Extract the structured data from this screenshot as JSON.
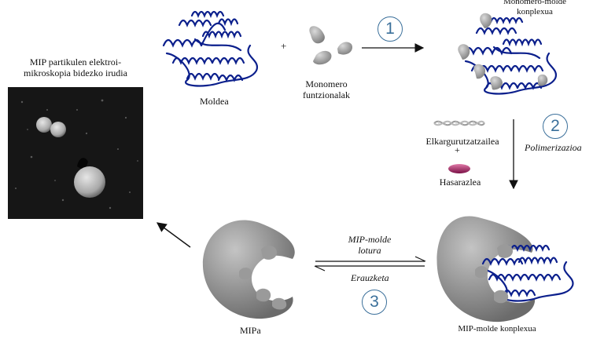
{
  "labels": {
    "template": "Moldea",
    "plus_top": "+",
    "monomers_line1": "Monomero",
    "monomers_line2": "funtzionalak",
    "complex_line1": "Monomero-molde",
    "complex_line2": "konplexua",
    "sem_line1": "MIP partikulen elektroi-",
    "sem_line2": "mikroskopia bidezko irudia",
    "crosslinker": "Elkargurutzatzailea",
    "plus_mid": "+",
    "initiator": "Hasarazlea",
    "polymerization": "Polimerizazioa",
    "binding_line1": "MIP-molde",
    "binding_line2": "lotura",
    "extraction": "Erauzketa",
    "mip": "MIPa",
    "mip_complex": "MIP-molde konplexua"
  },
  "steps": {
    "one": "1",
    "two": "2",
    "three": "3"
  },
  "colors": {
    "protein": "#0b1f8c",
    "monomer": "#9a9a9a",
    "step": "#3a6f9a",
    "initiator": "#9c1e5e"
  }
}
